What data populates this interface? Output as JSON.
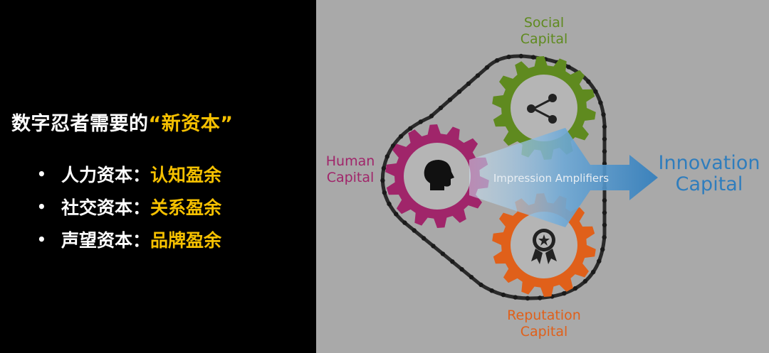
{
  "left_panel": {
    "heading_prefix": "数字忍者需要的",
    "heading_highlight": "“新资本”",
    "bullets": [
      {
        "label": "人力资本：",
        "value": "认知盈余"
      },
      {
        "label": "社交资本：",
        "value": "关系盈余"
      },
      {
        "label": "声望资本：",
        "value": "品牌盈余"
      }
    ],
    "bullet_marker": "•"
  },
  "diagram": {
    "social_label": [
      "Social",
      "Capital"
    ],
    "human_label": [
      "Human",
      "Capital"
    ],
    "reputation_label": [
      "Reputation",
      "Capital"
    ],
    "innovation_label": [
      "Innovation",
      "Capital"
    ],
    "arrow_label": "Impression Amplifiers",
    "colors": {
      "social": "#5f8a1f",
      "human": "#a0256a",
      "reputation": "#e0601a",
      "innovation": "#2f7dbd",
      "highlight": "#f5c000"
    },
    "icons": {
      "social": "share-icon",
      "human": "head-icon",
      "reputation": "award-badge-icon"
    }
  }
}
